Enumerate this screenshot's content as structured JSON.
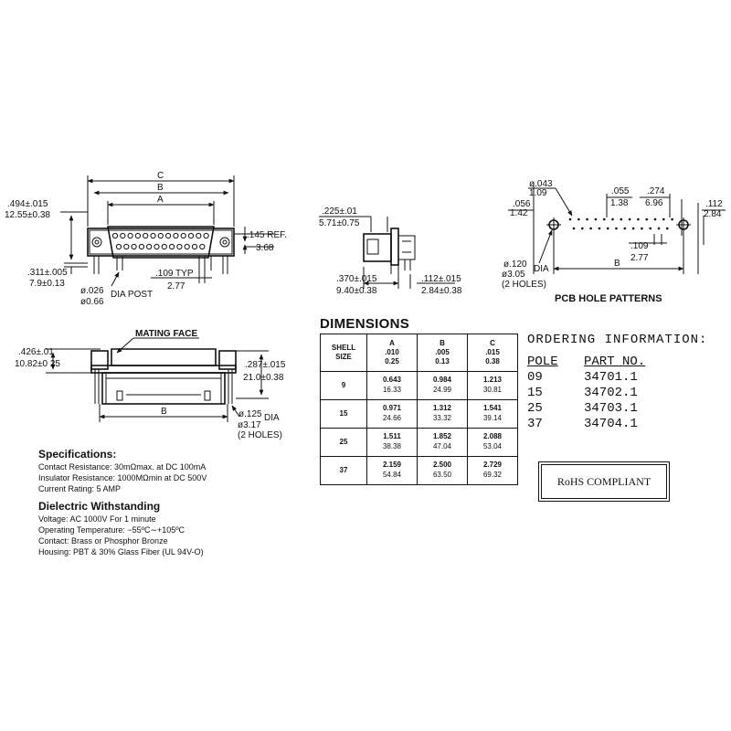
{
  "top_left": {
    "c": "C",
    "b": "B",
    "a": "A",
    "h1_in": ".494±.015",
    "h1_mm": "12.55±0.38",
    "ref_in": ".145 REF.",
    "ref_mm": "3.68",
    "h2_in": ".311±.005",
    "h2_mm": "7.9±0.13",
    "post_in": "ø.026",
    "post_mm": "ø0.66",
    "post_label": "DIA POST",
    "typ_in": ".109 TYP",
    "typ_mm": "2.77"
  },
  "top_mid": {
    "t1_in": ".225±.01",
    "t1_mm": "5.71±0.75",
    "b1_in": ".370±.015",
    "b1_mm": "9.40±0.38",
    "b2_in": ".112±.015",
    "b2_mm": "2.84±0.38"
  },
  "pcb": {
    "d043_in": "ø.043",
    "d043_mm": "1.09",
    "p055_in": ".055",
    "p055_mm": "1.38",
    "p274_in": ".274",
    "p274_mm": "6.96",
    "p112_in": ".112",
    "p112_mm": "2.84",
    "p056_in": ".056",
    "p056_mm": "1.42",
    "p109_in": ".109",
    "p109_mm": "2.77",
    "b": "B",
    "hole_in": "ø.120",
    "hole_label": "DIA",
    "hole_mm": "ø3.05",
    "holes_note": "(2 HOLES)",
    "caption": "PCB HOLE PATTERNS"
  },
  "mid_left": {
    "mating": "MATING FACE",
    "h_in": ".426±.01",
    "h_mm": "10.82±0 25",
    "r_in": ".287±.015",
    "r_mm": "21.0±0.38",
    "b": "B",
    "hole_in": "ø.125",
    "hole_label": "DIA",
    "hole_mm": "ø3.17",
    "holes_note": "(2 HOLES)"
  },
  "specs": {
    "title": "Specifications:",
    "lines": [
      "Contact Resistance: 30mΩmax. at DC 100mA",
      "Insulator Resistance: 1000MΩmin at DC 500V",
      "Current Rating: 5 AMP"
    ],
    "title2": "Dielectric Withstanding",
    "lines2": [
      "Voltage: AC 1000V For 1 minute",
      "Operating Temperature: −55ºC∼+105ºC",
      "Contact: Brass or Phosphor Bronze",
      "Housing: PBT & 30% Glass Fiber (UL 94V-O)"
    ]
  },
  "dimensions": {
    "title": "DIMENSIONS",
    "headers": [
      {
        "line1": "SHELL",
        "line2": "SIZE",
        "line3": ""
      },
      {
        "line1": "A",
        "line2": ".010",
        "line3": "0.25"
      },
      {
        "line1": "B",
        "line2": ".005",
        "line3": "0.13"
      },
      {
        "line1": "C",
        "line2": ".015",
        "line3": "0.38"
      }
    ],
    "rows": [
      {
        "size": "9",
        "a_in": "0.643",
        "a_mm": "16.33",
        "b_in": "0.984",
        "b_mm": "24.99",
        "c_in": "1.213",
        "c_mm": "30.81"
      },
      {
        "size": "15",
        "a_in": "0.971",
        "a_mm": "24.66",
        "b_in": "1.312",
        "b_mm": "33.32",
        "c_in": "1.541",
        "c_mm": "39.14"
      },
      {
        "size": "25",
        "a_in": "1.511",
        "a_mm": "38.38",
        "b_in": "1.852",
        "b_mm": "47.04",
        "c_in": "2.088",
        "c_mm": "53.04"
      },
      {
        "size": "37",
        "a_in": "2.159",
        "a_mm": "54.84",
        "b_in": "2.500",
        "b_mm": "63.50",
        "c_in": "2.729",
        "c_mm": "69.32"
      }
    ]
  },
  "ordering": {
    "title": "ORDERING INFORMATION:",
    "col_pole": "POLE",
    "col_part": "PART NO.",
    "rows": [
      {
        "pole": "09",
        "part": "34701.1"
      },
      {
        "pole": "15",
        "part": "34702.1"
      },
      {
        "pole": "25",
        "part": "34703.1"
      },
      {
        "pole": "37",
        "part": "34704.1"
      }
    ],
    "rohs": "RoHS COMPLIANT"
  }
}
